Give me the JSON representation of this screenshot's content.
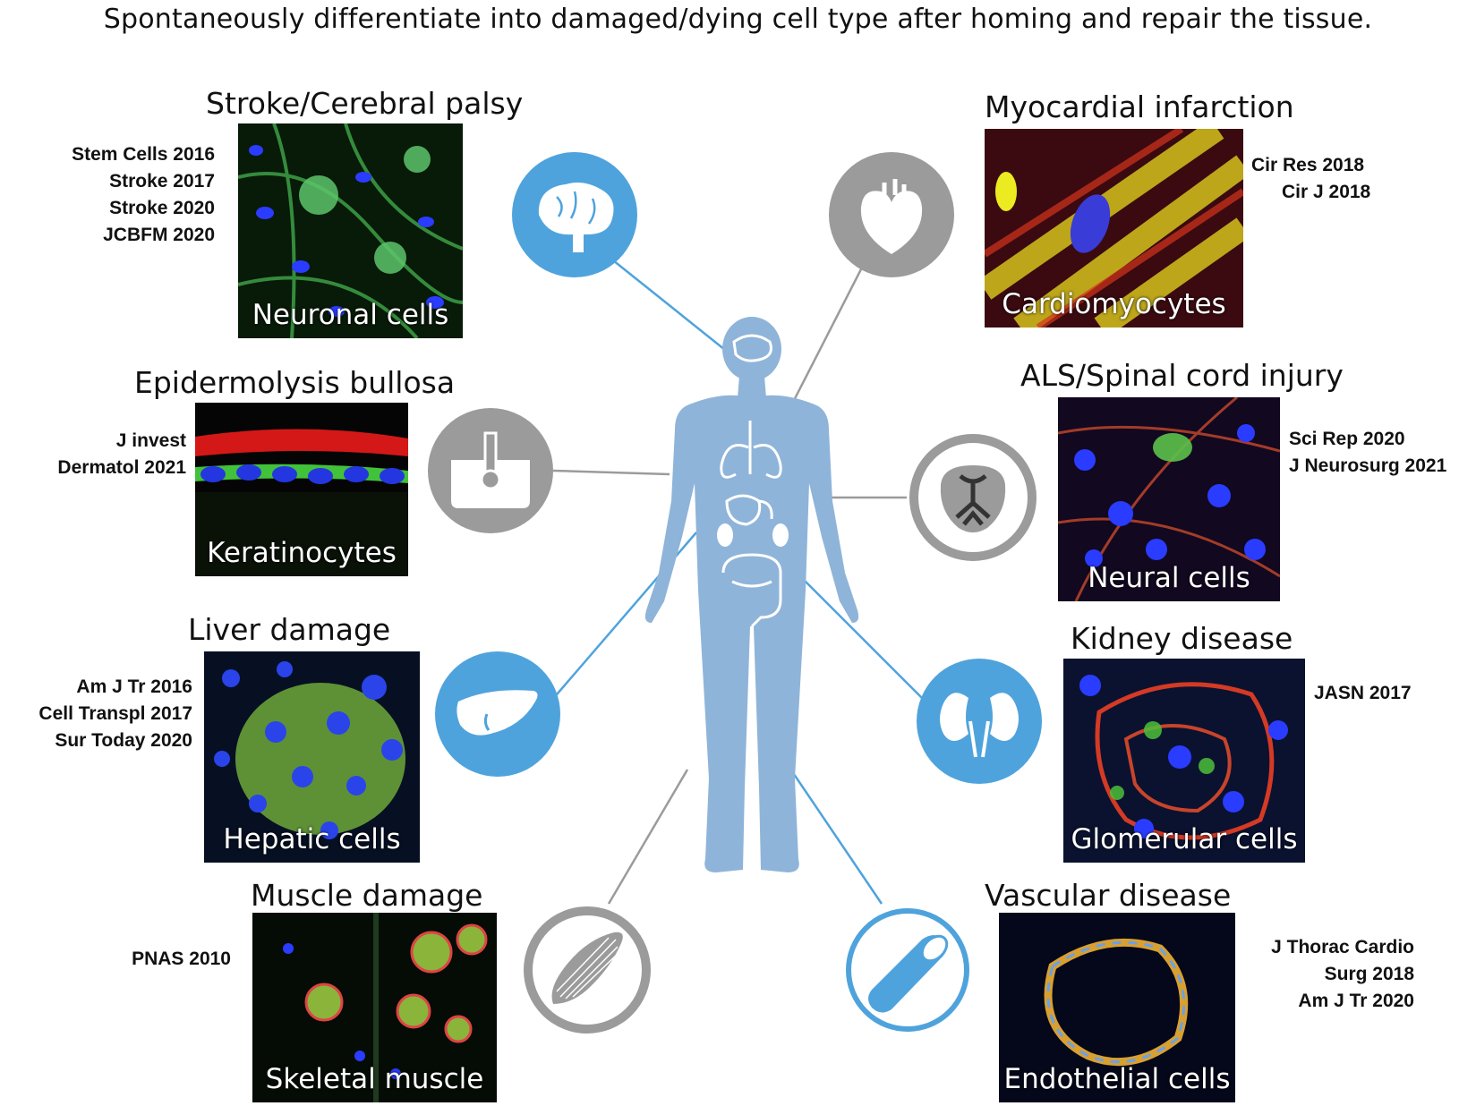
{
  "headline": "Spontaneously differentiate into damaged/dying cell type after homing and repair the tissue.",
  "colors": {
    "accent_blue": "#4fa3dc",
    "grey": "#9b9b9b",
    "body": "#8fb4d9"
  },
  "panels": [
    {
      "id": "stroke",
      "disease": "Stroke/Cerebral palsy",
      "cell": "Neuronal cells",
      "refs": [
        "Stem Cells 2016",
        "Stroke 2017",
        "Stroke 2020",
        "JCBFM 2020"
      ],
      "icon": "brain-icon",
      "icon_style": "blue-filled"
    },
    {
      "id": "epidermolysis",
      "disease": "Epidermolysis bullosa",
      "cell": "Keratinocytes",
      "refs": [
        "J invest",
        "Dermatol 2021"
      ],
      "icon": "hair-follicle-skin-icon",
      "icon_style": "grey-filled"
    },
    {
      "id": "liver",
      "disease": "Liver damage",
      "cell": "Hepatic cells",
      "refs": [
        "Am J Tr 2016",
        "Cell Transpl 2017",
        "Sur Today 2020"
      ],
      "icon": "liver-icon",
      "icon_style": "blue-filled"
    },
    {
      "id": "muscle",
      "disease": "Muscle damage",
      "cell": "Skeletal muscle",
      "refs": [
        "PNAS 2010"
      ],
      "icon": "muscle-fiber-icon",
      "icon_style": "grey-ring"
    },
    {
      "id": "myocardial",
      "disease": "Myocardial infarction",
      "cell": "Cardiomyocytes",
      "refs": [
        "Cir Res 2018",
        "Cir J 2018"
      ],
      "icon": "heart-icon",
      "icon_style": "grey-filled"
    },
    {
      "id": "als",
      "disease": "ALS/Spinal cord injury",
      "cell": "Neural cells",
      "refs": [
        "Sci Rep 2020",
        "J Neurosurg 2021"
      ],
      "icon": "spinal-cord-icon",
      "icon_style": "grey-ring"
    },
    {
      "id": "kidney",
      "disease": "Kidney disease",
      "cell": "Glomerular cells",
      "refs": [
        "JASN 2017"
      ],
      "icon": "kidneys-icon",
      "icon_style": "blue-filled"
    },
    {
      "id": "vascular",
      "disease": "Vascular disease",
      "cell": "Endothelial cells",
      "refs": [
        "J Thorac Cardio",
        "Surg 2018",
        "Am J Tr 2020"
      ],
      "icon": "blood-vessel-icon",
      "icon_style": "blue-ring"
    }
  ]
}
